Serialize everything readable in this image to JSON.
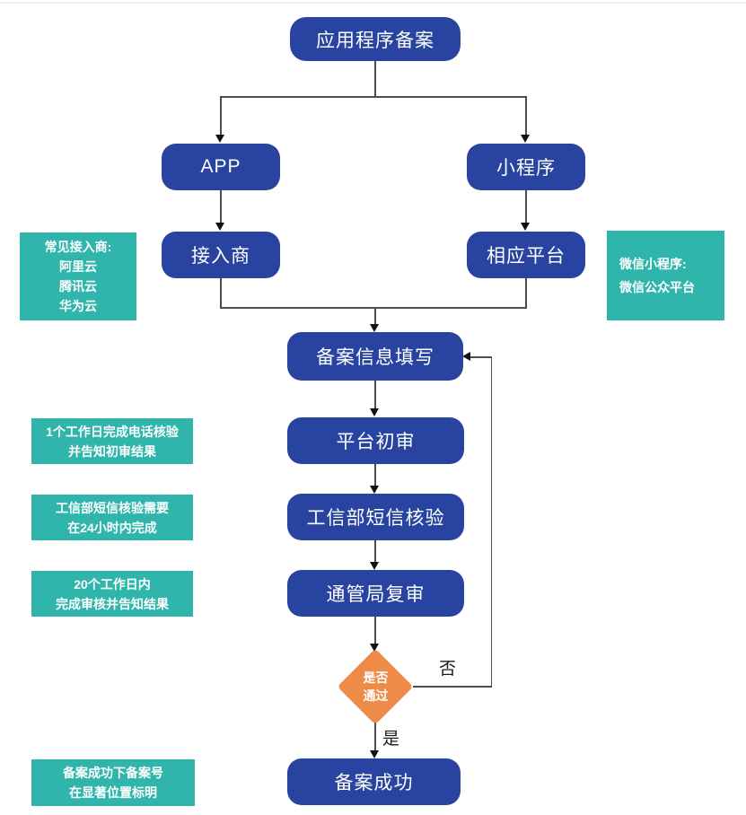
{
  "flowchart": {
    "nodes": {
      "root": "应用程序备案",
      "app": "APP",
      "mini_program": "小程序",
      "access_provider": "接入商",
      "platform": "相应平台",
      "filing_info": "备案信息填写",
      "platform_review": "平台初审",
      "miit_sms": "工信部短信核验",
      "authority_review": "通管局复审",
      "decision": {
        "line1": "是否",
        "line2": "通过"
      },
      "success": "备案成功"
    },
    "edge_labels": {
      "no": "否",
      "yes": "是"
    },
    "notes": {
      "access_providers": {
        "lines": [
          "常见接入商:",
          "阿里云",
          "腾讯云",
          "华为云"
        ]
      },
      "wechat": {
        "lines": [
          "微信小程序:",
          "微信公众平台"
        ]
      },
      "platform_review": {
        "lines": [
          "1个工作日完成电话核验",
          "并告知初审结果"
        ]
      },
      "miit_sms": {
        "lines": [
          "工信部短信核验需要",
          "在24小时内完成"
        ]
      },
      "authority_review": {
        "lines": [
          "20个工作日内",
          "完成审核并告知结果"
        ]
      },
      "success": {
        "lines": [
          "备案成功下备案号",
          "在显著位置标明"
        ]
      }
    },
    "colors": {
      "node_blue": "#2843A0",
      "note_teal": "#2FB5AB",
      "decision_orange": "#EE8B49",
      "connector_gray": "#4D4D4D",
      "arrow_black": "#111111"
    }
  }
}
